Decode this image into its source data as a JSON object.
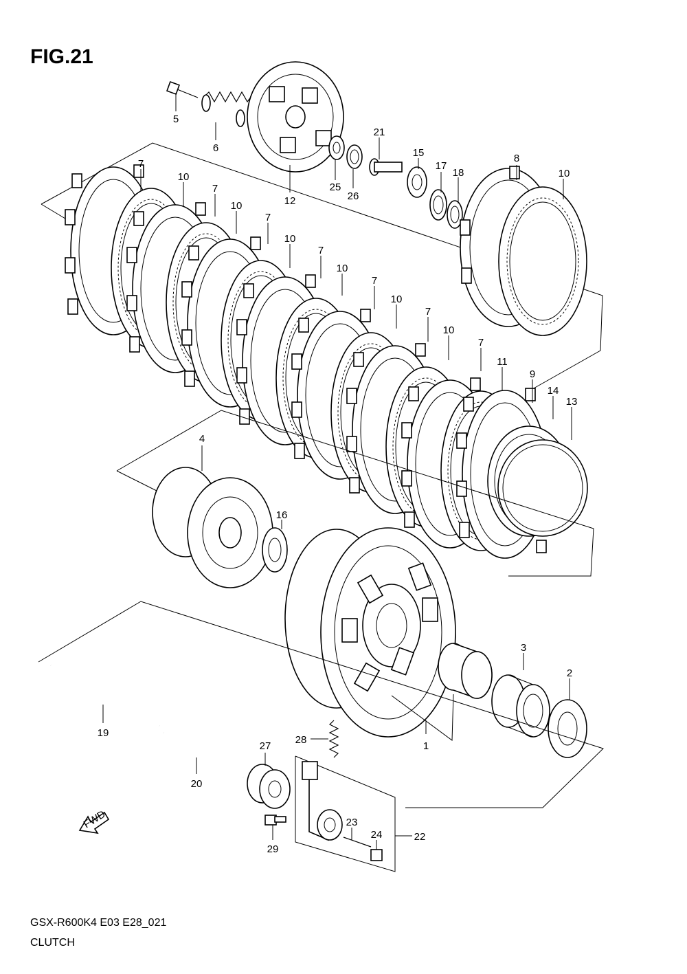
{
  "figure_title": "FIG.21",
  "footer": {
    "model_code": "GSX-R600K4 E03 E28_021",
    "section_name": "CLUTCH"
  },
  "fwd_marker": "FWD",
  "callouts": [
    {
      "id": "c5",
      "text": "5"
    },
    {
      "id": "c6",
      "text": "6"
    },
    {
      "id": "c12",
      "text": "12"
    },
    {
      "id": "c21",
      "text": "21"
    },
    {
      "id": "c25",
      "text": "25"
    },
    {
      "id": "c26",
      "text": "26"
    },
    {
      "id": "c15",
      "text": "15"
    },
    {
      "id": "c17",
      "text": "17"
    },
    {
      "id": "c18",
      "text": "18"
    },
    {
      "id": "c8",
      "text": "8"
    },
    {
      "id": "c10a",
      "text": "10"
    },
    {
      "id": "c7a",
      "text": "7"
    },
    {
      "id": "c10b",
      "text": "10"
    },
    {
      "id": "c7b",
      "text": "7"
    },
    {
      "id": "c10c",
      "text": "10"
    },
    {
      "id": "c7c",
      "text": "7"
    },
    {
      "id": "c10d",
      "text": "10"
    },
    {
      "id": "c7d",
      "text": "7"
    },
    {
      "id": "c10e",
      "text": "10"
    },
    {
      "id": "c7e",
      "text": "7"
    },
    {
      "id": "c10f",
      "text": "10"
    },
    {
      "id": "c7f",
      "text": "7"
    },
    {
      "id": "c10g",
      "text": "10"
    },
    {
      "id": "c7g",
      "text": "7"
    },
    {
      "id": "c11",
      "text": "11"
    },
    {
      "id": "c9",
      "text": "9"
    },
    {
      "id": "c14",
      "text": "14"
    },
    {
      "id": "c13",
      "text": "13"
    },
    {
      "id": "c4",
      "text": "4"
    },
    {
      "id": "c16",
      "text": "16"
    },
    {
      "id": "c3",
      "text": "3"
    },
    {
      "id": "c2",
      "text": "2"
    },
    {
      "id": "c1",
      "text": "1"
    },
    {
      "id": "c19",
      "text": "19"
    },
    {
      "id": "c20",
      "text": "20"
    },
    {
      "id": "c27",
      "text": "27"
    },
    {
      "id": "c28",
      "text": "28"
    },
    {
      "id": "c29",
      "text": "29"
    },
    {
      "id": "c23",
      "text": "23"
    },
    {
      "id": "c24",
      "text": "24"
    },
    {
      "id": "c22",
      "text": "22"
    }
  ]
}
